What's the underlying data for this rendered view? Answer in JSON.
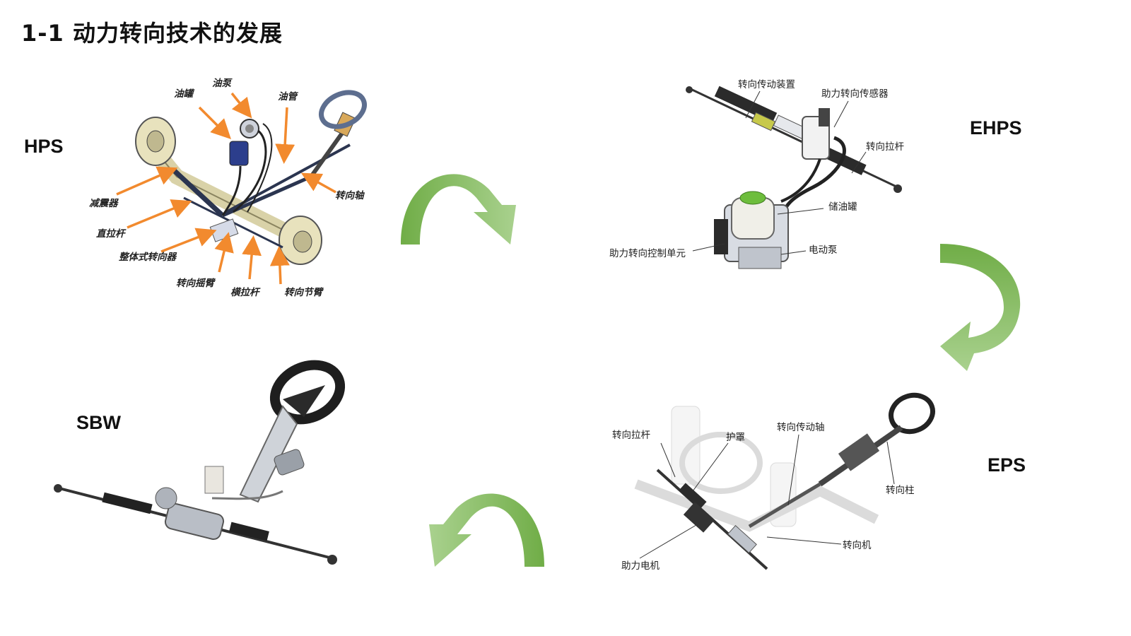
{
  "title": "1-1  动力转向技术的发展",
  "stages": {
    "hps": "HPS",
    "ehps": "EHPS",
    "eps": "EPS",
    "sbw": "SBW"
  },
  "hps_callouts": {
    "oil_tank": "油罐",
    "oil_pump": "油泵",
    "oil_pipe": "油管",
    "shock_absorber": "减震器",
    "drag_link": "直拉杆",
    "integral_gear": "整体式转向器",
    "steering_shaft": "转向轴",
    "pitman_arm": "转向摇臂",
    "tie_rod": "横拉杆",
    "knuckle_arm": "转向节臂"
  },
  "ehps_callouts": {
    "transmission": "转向传动装置",
    "sensor": "助力转向传感器",
    "tie_rod": "转向拉杆",
    "reservoir": "储油罐",
    "control_unit": "助力转向控制单元",
    "electric_pump": "电动泵"
  },
  "eps_callouts": {
    "tie_rod": "转向拉杆",
    "boot": "护罩",
    "drive_shaft": "转向传动轴",
    "column": "转向柱",
    "gear": "转向机",
    "motor": "助力电机"
  },
  "colors": {
    "arrow_light": "#a9d18e",
    "arrow_dark": "#70ad47",
    "callout_arrow": "#f28a2e",
    "metal": "#c9ccd1",
    "dark_part": "#2b2b2b"
  }
}
